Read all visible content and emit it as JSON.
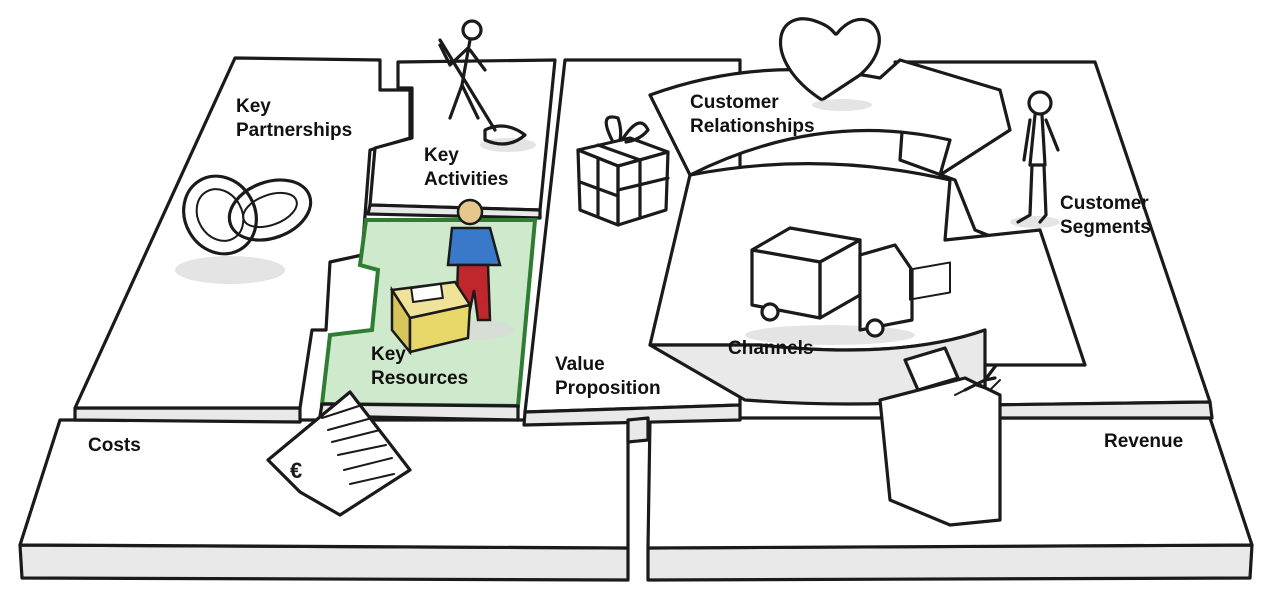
{
  "canvas": {
    "colors": {
      "outline": "#1a1a1a",
      "block_face": "#ffffff",
      "block_side": "#e9e9e9",
      "highlight_fill": "#cfe9cc",
      "highlight_border": "#2e7d32",
      "shirt": "#3a78c9",
      "trousers": "#c0272d",
      "desk": "#e8d86a"
    },
    "blocks": [
      {
        "id": "key-partnerships",
        "label": "Key\nPartnerships",
        "icon": "chain-links-icon",
        "highlighted": false
      },
      {
        "id": "key-activities",
        "label": "Key\nActivities",
        "icon": "worker-sweeping-icon",
        "highlighted": false
      },
      {
        "id": "key-resources",
        "label": "Key\nResources",
        "icon": "person-at-desk-icon",
        "highlighted": true
      },
      {
        "id": "value-proposition",
        "label": "Value\nProposition",
        "icon": "gift-box-icon",
        "highlighted": false
      },
      {
        "id": "customer-relationships",
        "label": "Customer\nRelationships",
        "icon": "heart-icon",
        "highlighted": false
      },
      {
        "id": "channels",
        "label": "Channels",
        "icon": "truck-icon",
        "highlighted": false
      },
      {
        "id": "customer-segments",
        "label": "Customer\nSegments",
        "icon": "standing-person-icon",
        "highlighted": false
      },
      {
        "id": "costs",
        "label": "Costs",
        "icon": "invoice-euro-icon",
        "highlighted": false
      },
      {
        "id": "revenue",
        "label": "Revenue",
        "icon": "cash-register-icon",
        "highlighted": false
      }
    ]
  }
}
